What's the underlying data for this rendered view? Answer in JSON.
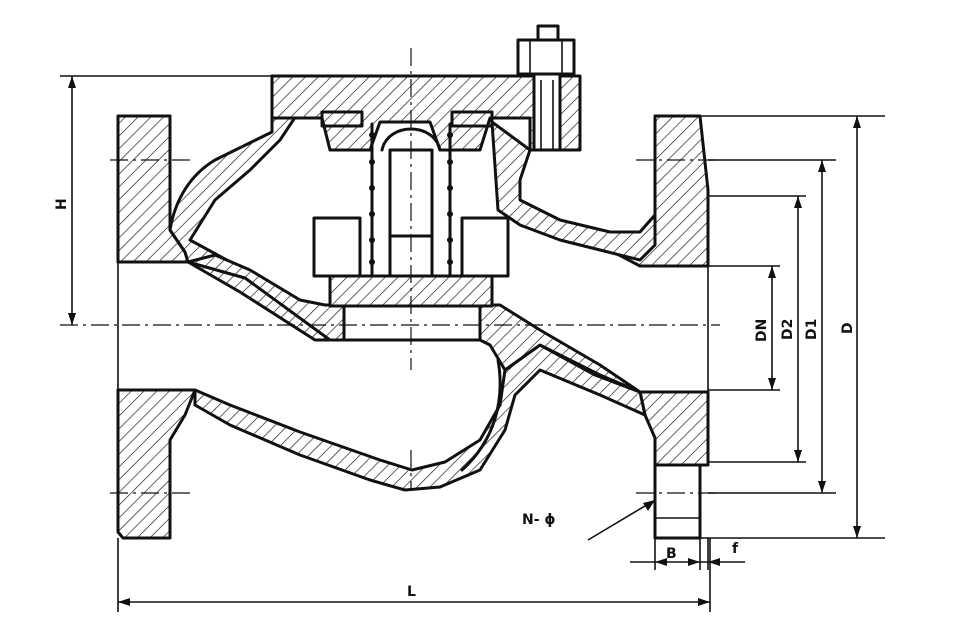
{
  "labels": {
    "H": "H",
    "L": "L",
    "DN": "DN",
    "D2": "D2",
    "D1": "D1",
    "D": "D",
    "B": "B",
    "f": "f",
    "bolt_holes": "N- ϕ"
  },
  "colors": {
    "line": "#111111",
    "background": "#ffffff"
  }
}
